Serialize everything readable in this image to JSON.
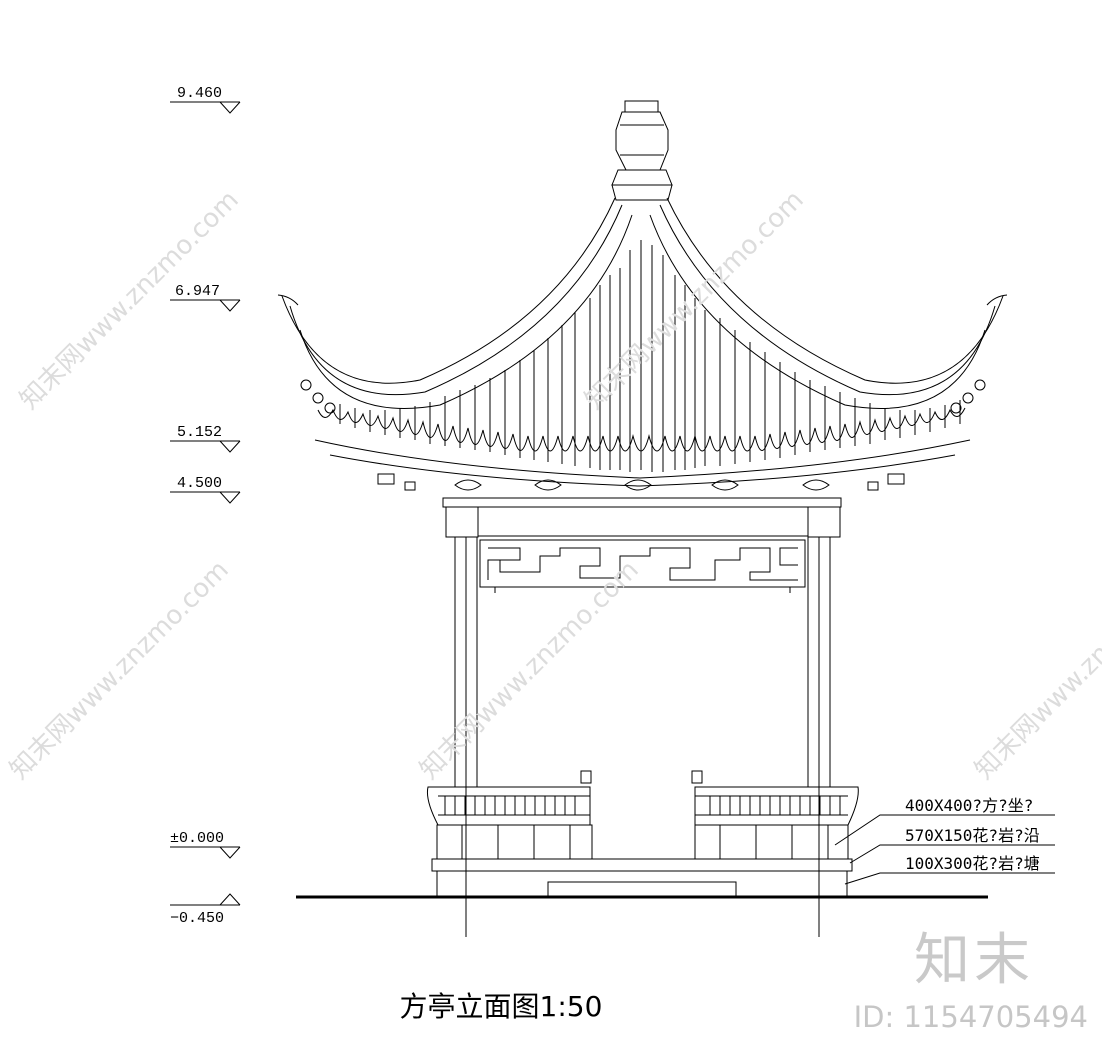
{
  "title": "方亭立面图1:50",
  "levels": [
    {
      "label": "9.460"
    },
    {
      "label": "6.947"
    },
    {
      "label": "5.152"
    },
    {
      "label": "4.500"
    },
    {
      "label": "±0.000"
    },
    {
      "label": "−0.450"
    }
  ],
  "annotations": [
    {
      "text": "400X400?方?坐?"
    },
    {
      "text": "570X150花?岩?沿"
    },
    {
      "text": "100X300花?岩?塘"
    }
  ],
  "watermark": {
    "brand": "知末",
    "id_text": "ID: 1154705494",
    "diagonal_text": "知末网www.znzmo.com"
  }
}
